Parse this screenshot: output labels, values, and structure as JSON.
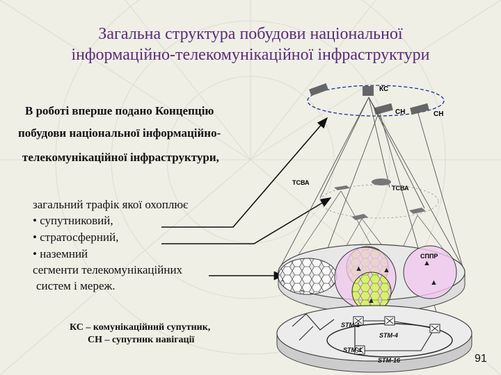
{
  "slide": {
    "title_line1": "Загальна структура побудови національної",
    "title_line2": "інформаційно-телекомунікаційної  інфраструктури",
    "intro_line1": "В роботі вперше подано Концепцію",
    "intro_line2": "побудови національної інформаційно-",
    "intro_line3": "телекомунікаційної інфраструктури,",
    "traffic_line": "загальний трафік якої охоплює",
    "bullet_sat": "• супутниковий,",
    "bullet_strat": "• стратосферний,",
    "bullet_ground": "• наземний",
    "segments_line1": "сегменти телекомунікаційних",
    "segments_line2": "систем і мереж.",
    "legend_ks": "КС – комунікаційний супутник,",
    "legend_sn": "СН – супутник навігації",
    "page_number": "91"
  },
  "diagram": {
    "label_ks": "КС",
    "label_sn1": "СН",
    "label_sn2": "СН",
    "label_tsva1": "ТСВА",
    "label_tsva2": "ТСВА",
    "label_sppr": "СППР",
    "label_stm4": "STM-4",
    "label_stm1a": "STM-1",
    "label_stm1b": "STM-1",
    "label_stm16": "STM-16"
  },
  "colors": {
    "title": "#5a2a7a",
    "pink": "#f0c8ee",
    "green": "#d8f070",
    "ring": "#1a2f9c"
  }
}
